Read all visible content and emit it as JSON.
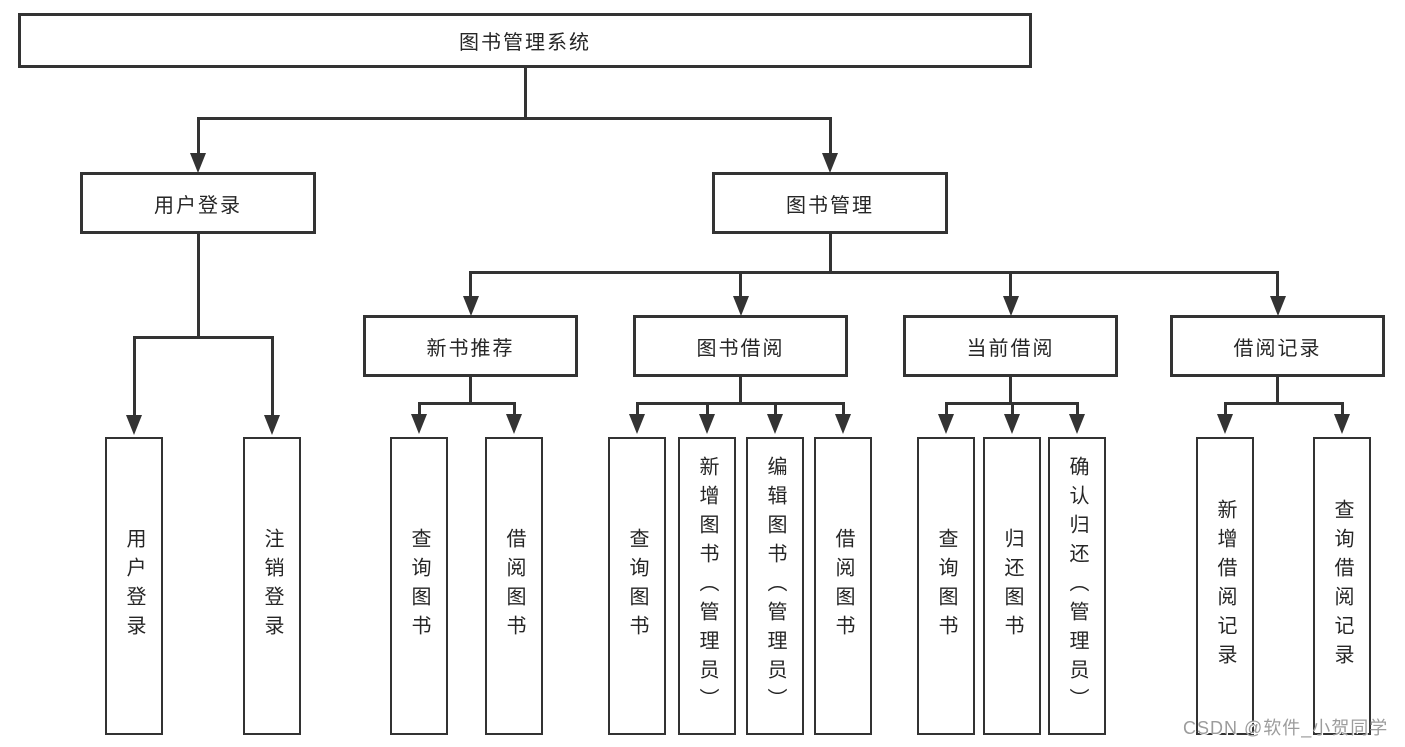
{
  "diagram": {
    "root": "图书管理系统",
    "level2": {
      "user_login": "用户登录",
      "book_mgmt": "图书管理"
    },
    "user_login_children": [
      "用户登录",
      "注销登录"
    ],
    "level3": {
      "new_book": "新书推荐",
      "book_borrow": "图书借阅",
      "current_borrow": "当前借阅",
      "borrow_record": "借阅记录"
    },
    "new_book_children": [
      "查询图书",
      "借阅图书"
    ],
    "book_borrow_children": [
      "查询图书",
      "新增图书（管理员）",
      "编辑图书（管理员）",
      "借阅图书"
    ],
    "current_borrow_children": [
      "查询图书",
      "归还图书",
      "确认归还（管理员）"
    ],
    "borrow_record_children": [
      "新增借阅记录",
      "查询借阅记录"
    ]
  },
  "watermark": "CSDN @软件_小贺同学",
  "colors": {
    "line": "#333333",
    "text": "#262626",
    "background": "#ffffff",
    "watermark": "#9c9c9c"
  }
}
